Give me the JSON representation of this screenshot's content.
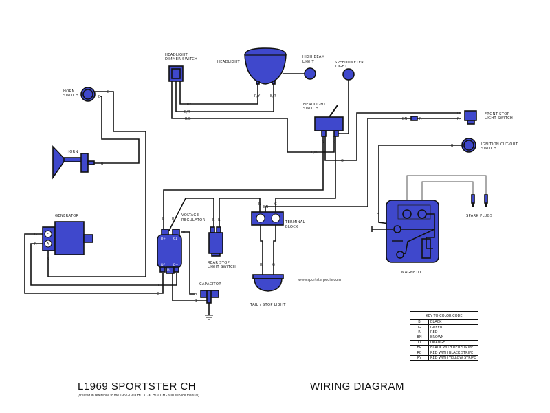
{
  "title": "L1969 SPORTSTER CH",
  "subtitle": "(created in reference to the 1957-1969 HD XL/XLH/XLCH - 900 service manual)",
  "heading": "WIRING DIAGRAM",
  "website": "www.sportsterpedia.com",
  "colors": {
    "component_fill": "#3f48cc",
    "wire": "#111111"
  },
  "components": {
    "headlight_dimmer_switch": [
      "HEADLIGHT",
      "DIMMER SWITCH"
    ],
    "headlight": "HEADLIGHT",
    "high_beam_light": [
      "HIGH BEAM",
      "LIGHT"
    ],
    "speedometer_light": [
      "SPEEDOMETER",
      "LIGHT"
    ],
    "horn_switch": [
      "HORN",
      "SWITCH"
    ],
    "headlight_switch": [
      "HEADLIGHT",
      "SWITCH"
    ],
    "front_stop_light_switch": [
      "FRONT STOP",
      "LIGHT SWITCH"
    ],
    "ignition_cutout_switch": [
      "IGNITION CUT-OUT",
      "SWITCH"
    ],
    "horn": "HORN",
    "spark_plugs": "SPARK PLUGS",
    "generator": "GENERATOR",
    "voltage_regulator": [
      "VOLTAGE",
      "REGULATOR"
    ],
    "terminal_block": [
      "TERMINAL",
      "BLOCK"
    ],
    "rear_stop_light_switch": [
      "REAR STOP",
      "LIGHT SWITCH"
    ],
    "capacitor": "CAPACITOR",
    "magneto": "MAGNETO",
    "tail_stop_light": "TAIL / STOP LIGHT"
  },
  "generator_terminals": [
    "F",
    "A"
  ],
  "regulator_terminals": [
    "B+",
    "61",
    "DF",
    "D-",
    "D+"
  ],
  "wire_labels": [
    "B",
    "B",
    "B",
    "R/Y",
    "B/R",
    "R/B",
    "R/Y",
    "B/R",
    "R/B",
    "R",
    "G",
    "O",
    "O",
    "R",
    "BN",
    "R",
    "B",
    "B",
    "R",
    "R",
    "B",
    "R",
    "R",
    "G",
    "BN",
    "B",
    "G",
    "R",
    "B",
    "B",
    "R",
    "G",
    "B",
    "R",
    "G",
    "B"
  ],
  "color_key": {
    "title": "KEY TO COLOR CODE",
    "rows": [
      {
        "code": "B",
        "color": "BLACK"
      },
      {
        "code": "G",
        "color": "GREEN"
      },
      {
        "code": "R",
        "color": "RED"
      },
      {
        "code": "BN",
        "color": "BROWN"
      },
      {
        "code": "O",
        "color": "ORANGE"
      },
      {
        "code": "BR",
        "color": "BLACK WITH RED STRIPE"
      },
      {
        "code": "RB",
        "color": "RED WITH BLACK STRIPE"
      },
      {
        "code": "RY",
        "color": "RED WITH YELLOW STRIPE"
      }
    ]
  }
}
